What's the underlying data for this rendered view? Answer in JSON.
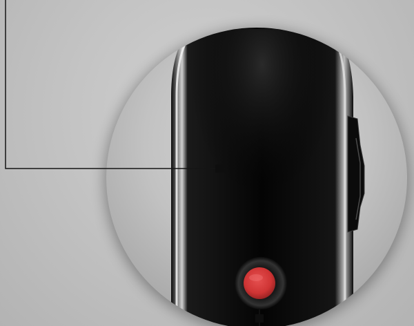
{
  "image": {
    "subject": "product-closeup",
    "colors": {
      "background": "#c4c4c4",
      "lens_fill": "#bdbdbd",
      "device_body": "#050505",
      "device_highlight": "#f2f2f2",
      "callout_line": "#151515",
      "button_red": "#d83b3b",
      "button_ring": "#2a2a2a"
    },
    "callouts": [
      {
        "id": "callout-body",
        "marker": "square"
      },
      {
        "id": "callout-button",
        "marker": "square"
      }
    ]
  }
}
